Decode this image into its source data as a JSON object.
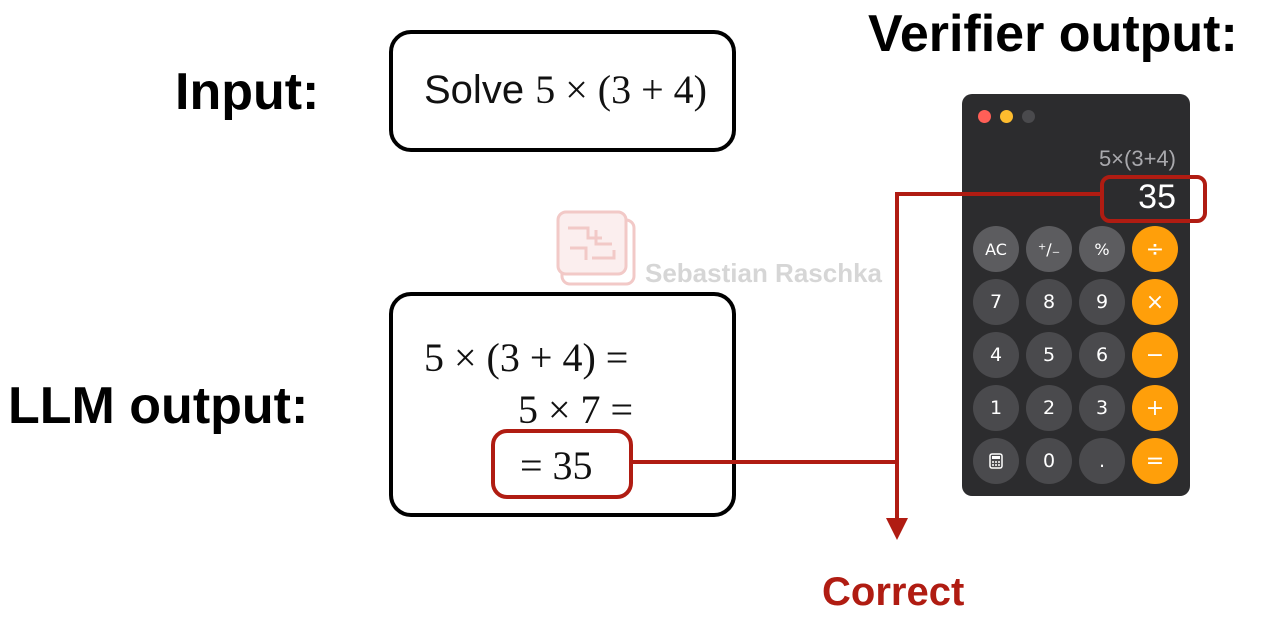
{
  "labels": {
    "input": "Input:",
    "llm_output": "LLM output:",
    "verifier_output": "Verifier output:",
    "result": "Correct"
  },
  "input_box": {
    "word": "Solve",
    "expression": "5 × (3 + 4)"
  },
  "llm_box": {
    "lines": [
      "5 × (3 + 4) =",
      "5 × 7 =",
      "= 35"
    ]
  },
  "calculator": {
    "expression": "5×(3+4)",
    "result": "35",
    "window_dots": [
      "#ff5f57",
      "#febc2e",
      "#4a4a4d"
    ],
    "keys": [
      [
        "AC",
        "⁺∕₋",
        "%",
        "÷"
      ],
      [
        "7",
        "8",
        "9",
        "×"
      ],
      [
        "4",
        "5",
        "6",
        "−"
      ],
      [
        "1",
        "2",
        "3",
        "+"
      ],
      [
        "calculator-icon",
        "0",
        ".",
        "="
      ]
    ]
  },
  "watermark": "Sebastian Raschka",
  "colors": {
    "highlight": "#b01c12",
    "operator_key": "#ff9f0a",
    "calculator_body": "#2c2c2e"
  }
}
